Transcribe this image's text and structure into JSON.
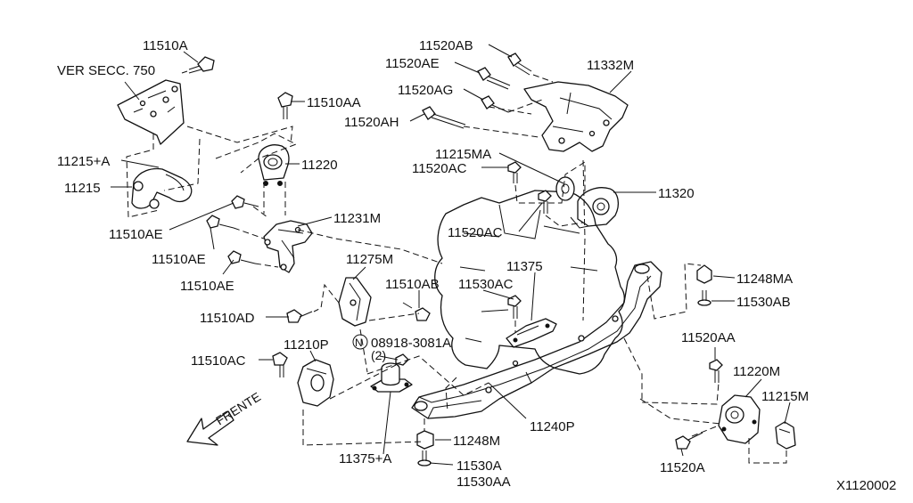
{
  "callouts": {
    "c11510A": "11510A",
    "verSecc": "VER SECC. 750",
    "c11510AA": "11510AA",
    "c11220": "11220",
    "c11215A": "11215+A",
    "c11215": "11215",
    "c11231M": "11231M",
    "c11510AE_1": "11510AE",
    "c11510AE_2": "11510AE",
    "c11510AE_3": "11510AE",
    "c11520AB": "11520AB",
    "c11520AE": "11520AE",
    "c11332M": "11332M",
    "c11520AG": "11520AG",
    "c11520AH": "11520AH",
    "c11215MA": "11215MA",
    "c11520AC_1": "11520AC",
    "c11320": "11320",
    "c11520AC_2": "11520AC",
    "c11275M": "11275M",
    "c11375": "11375",
    "c11510AB": "11510AB",
    "c11530AC": "11530AC",
    "c11248MA": "11248MA",
    "c11530AB": "11530AB",
    "c11510AD": "11510AD",
    "c11210P": "11210P",
    "nMark": "N",
    "c08918": "08918-3081A",
    "qty2": "(2)",
    "c11510AC": "11510AC",
    "c11520AA": "11520AA",
    "c11220M": "11220M",
    "c11215M": "11215M",
    "c11240P": "11240P",
    "frente": "FRENTE",
    "c11248M": "11248M",
    "c11375A": "11375+A",
    "c11530A": "11530A",
    "c11530AA": "11530AA",
    "c11520A": "11520A",
    "diagramCode": "X1120002"
  }
}
